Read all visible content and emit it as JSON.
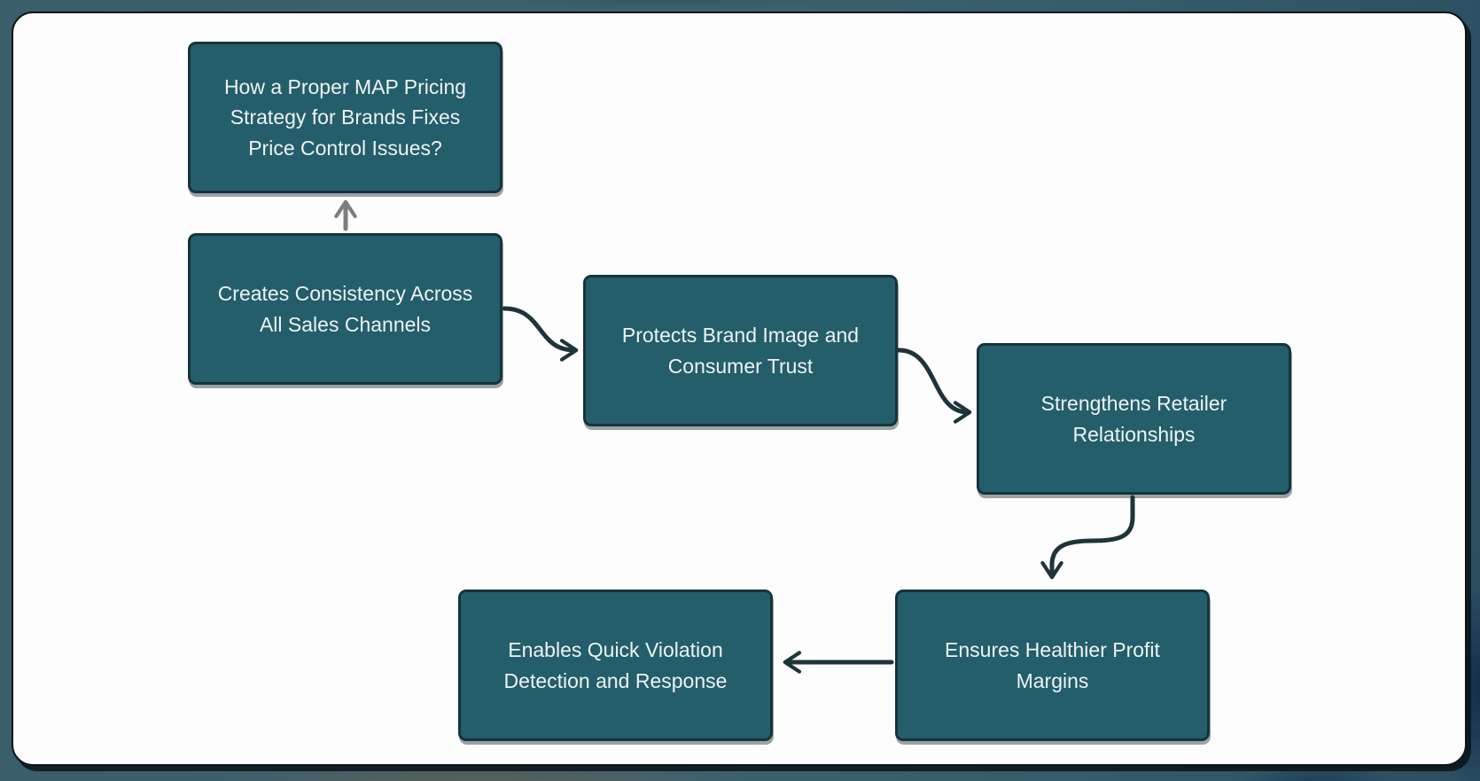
{
  "diagram": {
    "type": "flowchart",
    "nodes": [
      {
        "id": "n1",
        "label": "How a Proper MAP Pricing Strategy for Brands Fixes Price Control Issues?"
      },
      {
        "id": "n2",
        "label": "Creates Consistency Across All Sales Channels"
      },
      {
        "id": "n3",
        "label": "Protects Brand Image and Consumer Trust"
      },
      {
        "id": "n4",
        "label": "Strengthens Retailer Relationships"
      },
      {
        "id": "n5",
        "label": "Ensures Healthier Profit Margins"
      },
      {
        "id": "n6",
        "label": "Enables Quick Violation Detection and Response"
      }
    ],
    "edges": [
      {
        "from": "n2",
        "to": "n1",
        "shape": "straight-up",
        "color": "#7d7d7d"
      },
      {
        "from": "n2",
        "to": "n3",
        "shape": "s-curve-right",
        "color": "#1e343a"
      },
      {
        "from": "n3",
        "to": "n4",
        "shape": "s-curve-right",
        "color": "#1e343a"
      },
      {
        "from": "n4",
        "to": "n5",
        "shape": "elbow-down",
        "color": "#1e343a"
      },
      {
        "from": "n5",
        "to": "n6",
        "shape": "straight-left",
        "color": "#1e343a"
      }
    ],
    "colors": {
      "node_fill": "#235e6a",
      "node_border": "#16343d",
      "node_text": "#eef3f5",
      "arrow_dark": "#1e343a",
      "arrow_gray": "#7d7d7d",
      "canvas": "#fdfdfe",
      "frame_teal": "#3a5e6a"
    }
  }
}
